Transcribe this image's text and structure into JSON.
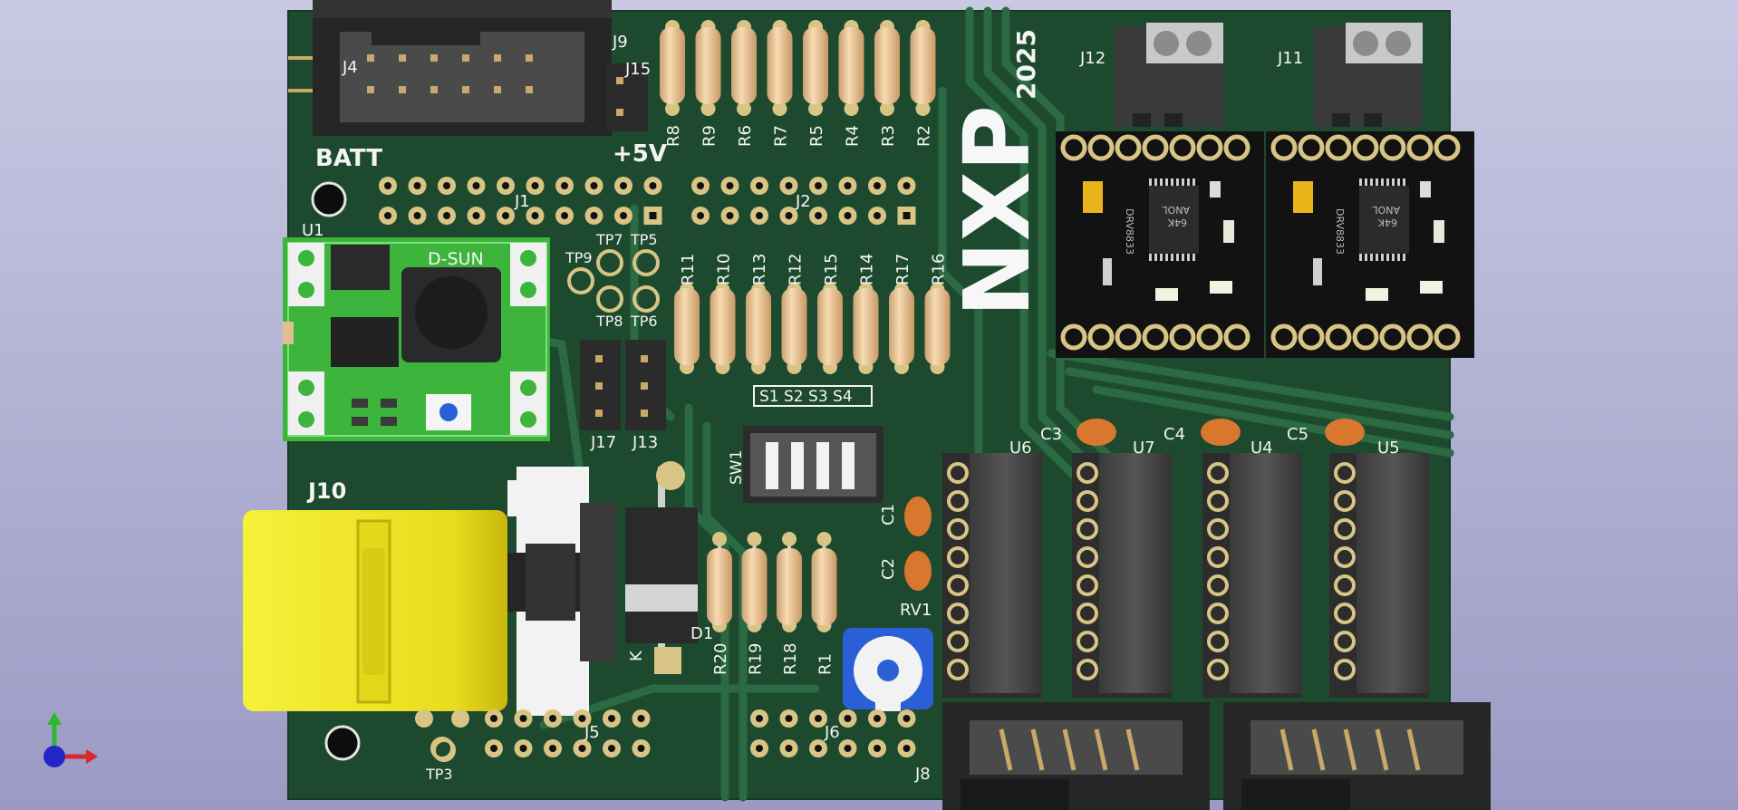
{
  "board": {
    "logo": "NXP",
    "year": "2025",
    "labels": {
      "batt": "BATT",
      "plus5v": "+5V",
      "j1": "J1",
      "j2": "J2",
      "j4": "J4",
      "j5": "J5",
      "j6": "J6",
      "j8": "J8",
      "j9": "J9",
      "j10": "J10",
      "j11": "J11",
      "j12": "J12",
      "j13": "J13",
      "j15": "J15",
      "j17": "J17",
      "u1": "U1",
      "u4": "U4",
      "u5": "U5",
      "u6": "U6",
      "u7": "U7",
      "sw1": "SW1",
      "rv1": "RV1",
      "d1": "D1",
      "c1": "C1",
      "c2": "C2",
      "c3": "C3",
      "c4": "C4",
      "c5": "C5",
      "tp3": "TP3",
      "tp5": "TP5",
      "tp6": "TP6",
      "tp7": "TP7",
      "tp8": "TP8",
      "tp9": "TP9",
      "dsun": "D-SUN",
      "k": "K",
      "dip": "S1 S2 S3 S4",
      "driver_chip": "DRV8833",
      "driver_marking1": "ANOL",
      "driver_marking2": "64K"
    },
    "resistors_top": [
      "R8",
      "R9",
      "R6",
      "R7",
      "R5",
      "R4",
      "R3",
      "R2"
    ],
    "resistors_mid": [
      "R11",
      "R10",
      "R13",
      "R12",
      "R15",
      "R14",
      "R17",
      "R16"
    ],
    "resistors_bot": [
      "R20",
      "R19",
      "R18",
      "R1"
    ]
  },
  "colors": {
    "pcb": "#1d4a2e",
    "pcb_trace": "#2b6a42",
    "silk": "#f4f4f4",
    "pad": "#d8c585",
    "header_black": "#2b2b2b",
    "resistor": "#e9c898",
    "connector_yellow": "#f4ee2a",
    "green_module": "#3db53c",
    "cap_orange": "#d9772f",
    "trimpot_blue": "#2a5fd6"
  }
}
